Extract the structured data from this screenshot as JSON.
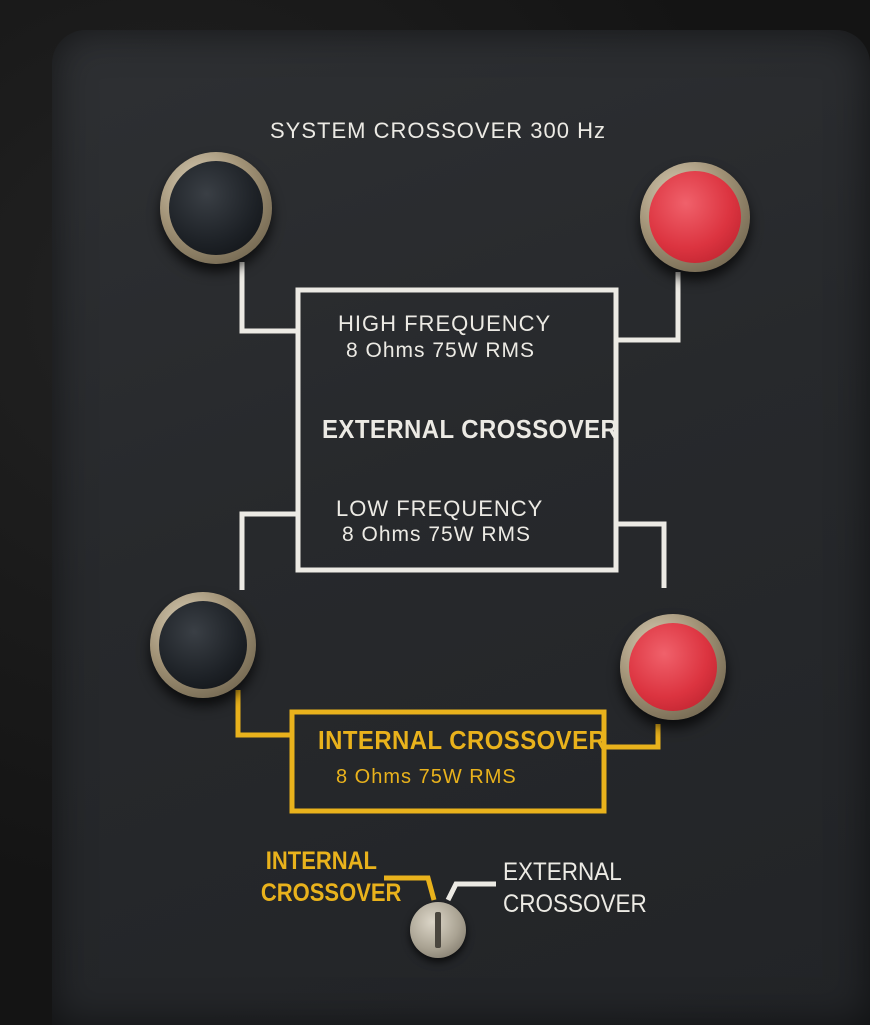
{
  "panel": {
    "title": "SYSTEM CROSSOVER 300 Hz",
    "external_box": {
      "high_label": "HIGH FREQUENCY",
      "high_spec": "8 Ohms 75W RMS",
      "center_label": "EXTERNAL CROSSOVER",
      "low_label": "LOW FREQUENCY",
      "low_spec": "8 Ohms 75W RMS"
    },
    "internal_box": {
      "label": "INTERNAL CROSSOVER",
      "spec": "8 Ohms 75W RMS"
    },
    "switch": {
      "internal_line1": "INTERNAL",
      "internal_line2": "CROSSOVER",
      "external_line1": "EXTERNAL",
      "external_line2": "CROSSOVER"
    }
  },
  "colors": {
    "panel": "#27292c",
    "white_print": "#eceae4",
    "yellow_print": "#e9b21c",
    "terminal_red": "#dc3440",
    "terminal_black": "#1d2126"
  }
}
